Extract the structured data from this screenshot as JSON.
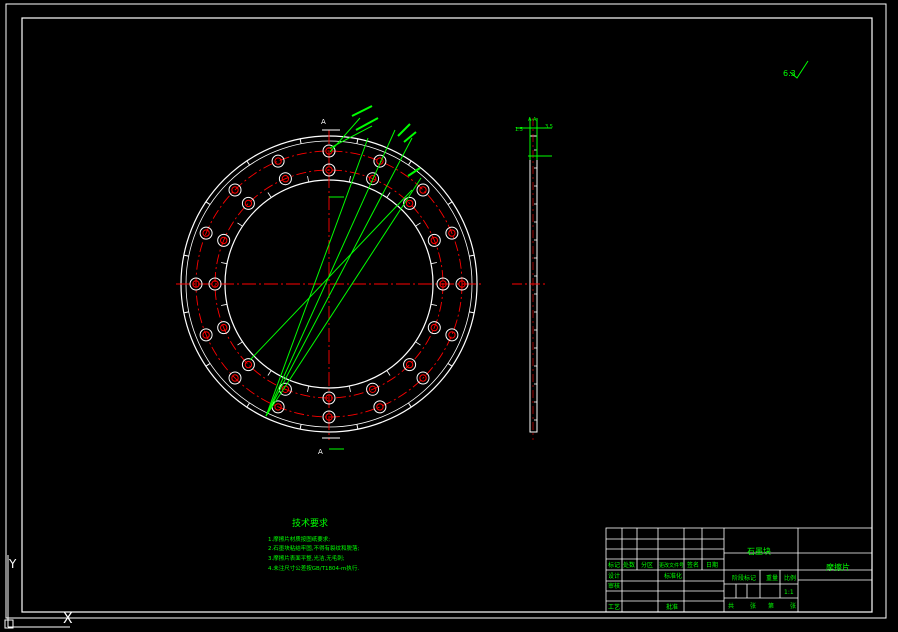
{
  "drawing": {
    "section_label_top": "A",
    "section_label_bottom": "A",
    "side_labels": [
      "1.5",
      "A-A",
      "3.5"
    ],
    "roughness_symbol": "6.3",
    "pitch_annotation": "",
    "annotation_label": ""
  },
  "technical_requirements": {
    "title": "技术要求",
    "items": [
      "1.摩擦片材质按图纸要求;",
      "2.石墨块粘结牢固,不得有裂纹和脱落;",
      "3.摩擦片表面平整,光洁,无毛刺;",
      "4.未注尺寸公差按GB/T1804-m执行."
    ]
  },
  "title_block": {
    "material": "石墨块",
    "part_name": "摩擦片",
    "header_cells": [
      "标记",
      "处数",
      "分区",
      "更改文件号",
      "签名",
      "日期"
    ],
    "design": "设计",
    "standardization": "标准化",
    "check": "审核",
    "craft": "工艺",
    "approve": "批准",
    "stage_mark": "阶段标记",
    "weight": "重量",
    "scale_label": "比例",
    "scale": "1:1",
    "sheets": "共",
    "sheet": "张",
    "page": "第",
    "page_suffix": "张"
  },
  "colors": {
    "background": "#000000",
    "outline": "#ffffff",
    "center_line": "#ff0000",
    "dimension": "#00ff00",
    "text": "#00ff00"
  }
}
